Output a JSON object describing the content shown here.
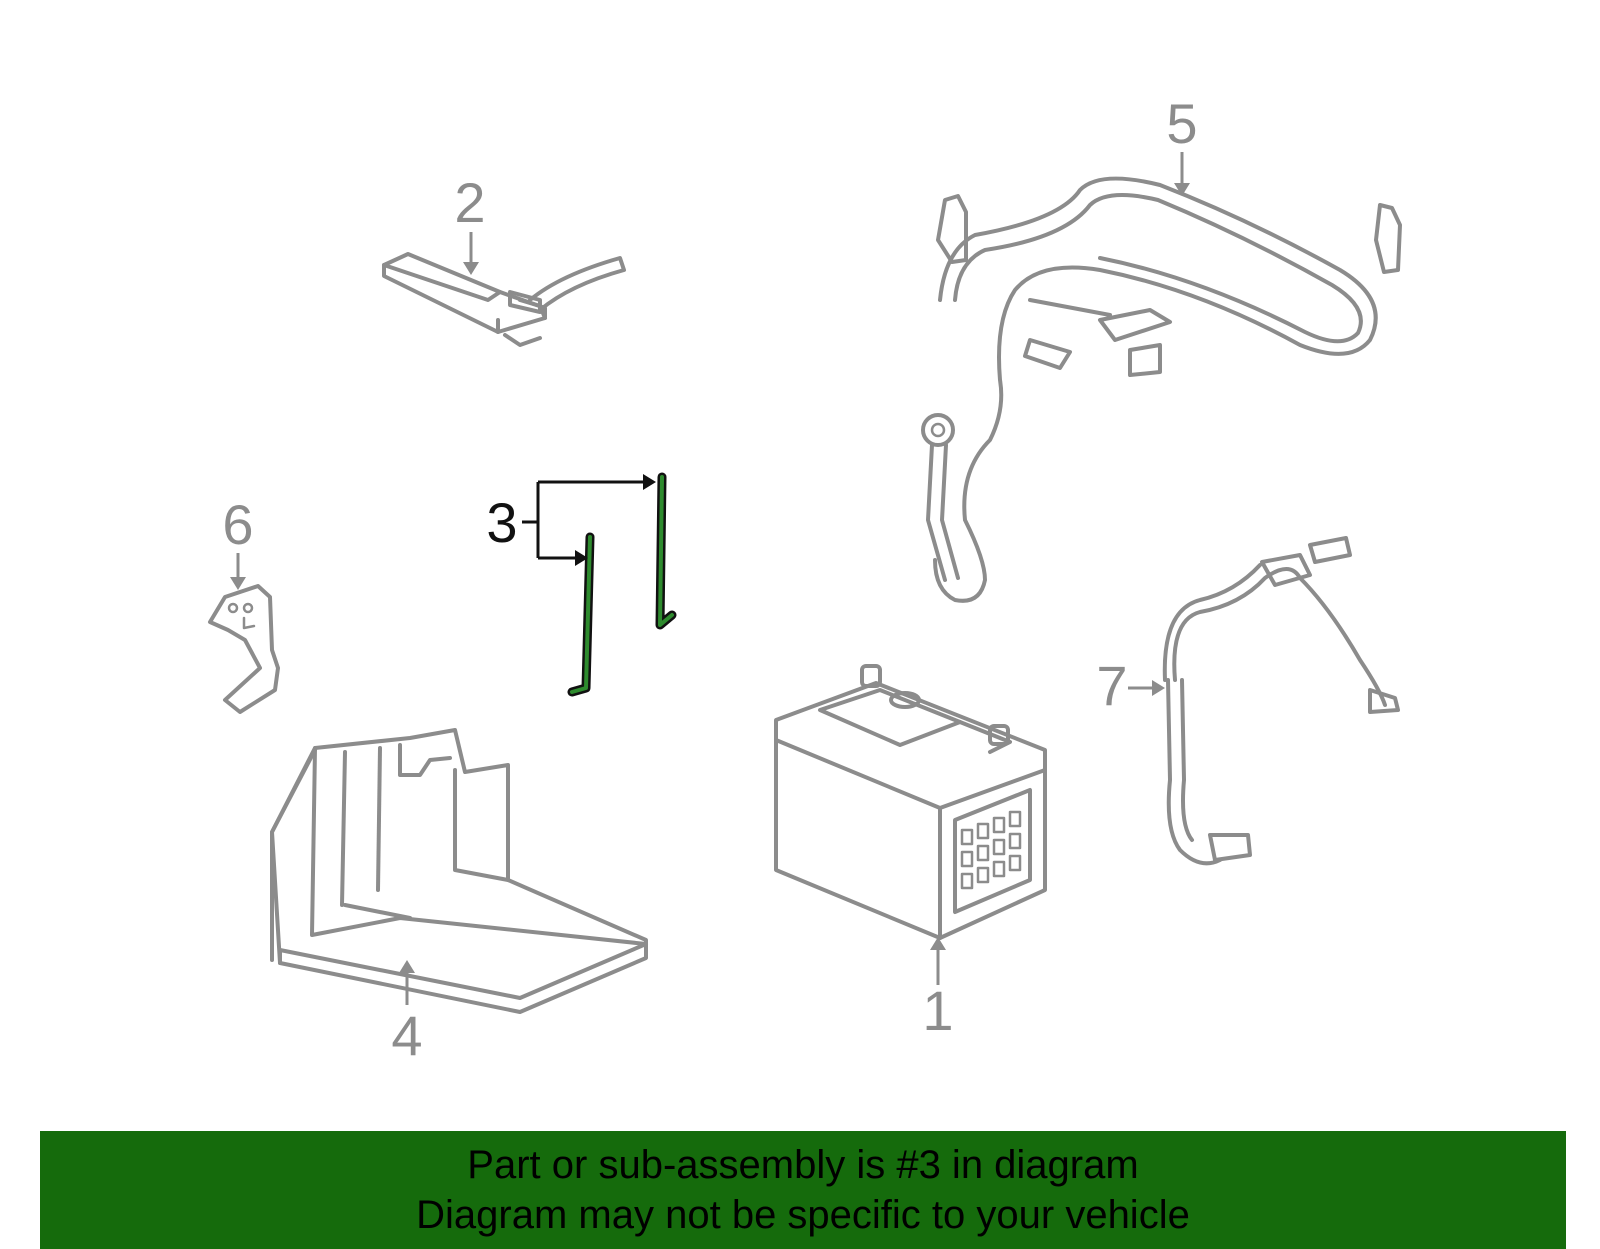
{
  "diagram": {
    "labels": [
      "1",
      "2",
      "3",
      "4",
      "5",
      "6",
      "7"
    ],
    "highlighted_part": "3",
    "colors": {
      "part_outline": "#8c8c8c",
      "highlight_outline": "#111111",
      "highlight_fill": "#2e8b2e",
      "banner": "#156b0c"
    }
  },
  "banner": {
    "line1": "Part or sub-assembly is #3 in diagram",
    "line2": "Diagram may not be specific to your vehicle"
  }
}
